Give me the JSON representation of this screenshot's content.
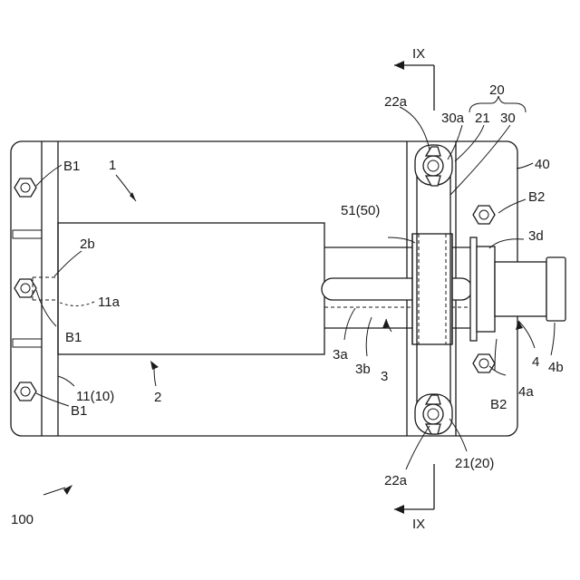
{
  "labels": {
    "section_top": "IX",
    "section_bottom": "IX",
    "ref_22a_top": "22a",
    "ref_30a": "30a",
    "ref_21": "21",
    "ref_30": "30",
    "ref_20": "20",
    "ref_40": "40",
    "ref_1": "1",
    "ref_b1_top": "B1",
    "ref_b1_mid": "B1",
    "ref_b1_bottom": "B1",
    "ref_2b": "2b",
    "ref_11a": "11a",
    "ref_11_10": "11(10)",
    "ref_2": "2",
    "ref_51_50": "51(50)",
    "ref_b2_top": "B2",
    "ref_b2_bottom": "B2",
    "ref_3d": "3d",
    "ref_3a": "3a",
    "ref_3b": "3b",
    "ref_3": "3",
    "ref_4": "4",
    "ref_4a": "4a",
    "ref_4b": "4b",
    "ref_22a_bottom": "22a",
    "ref_21_20": "21(20)",
    "ref_100": "100"
  }
}
